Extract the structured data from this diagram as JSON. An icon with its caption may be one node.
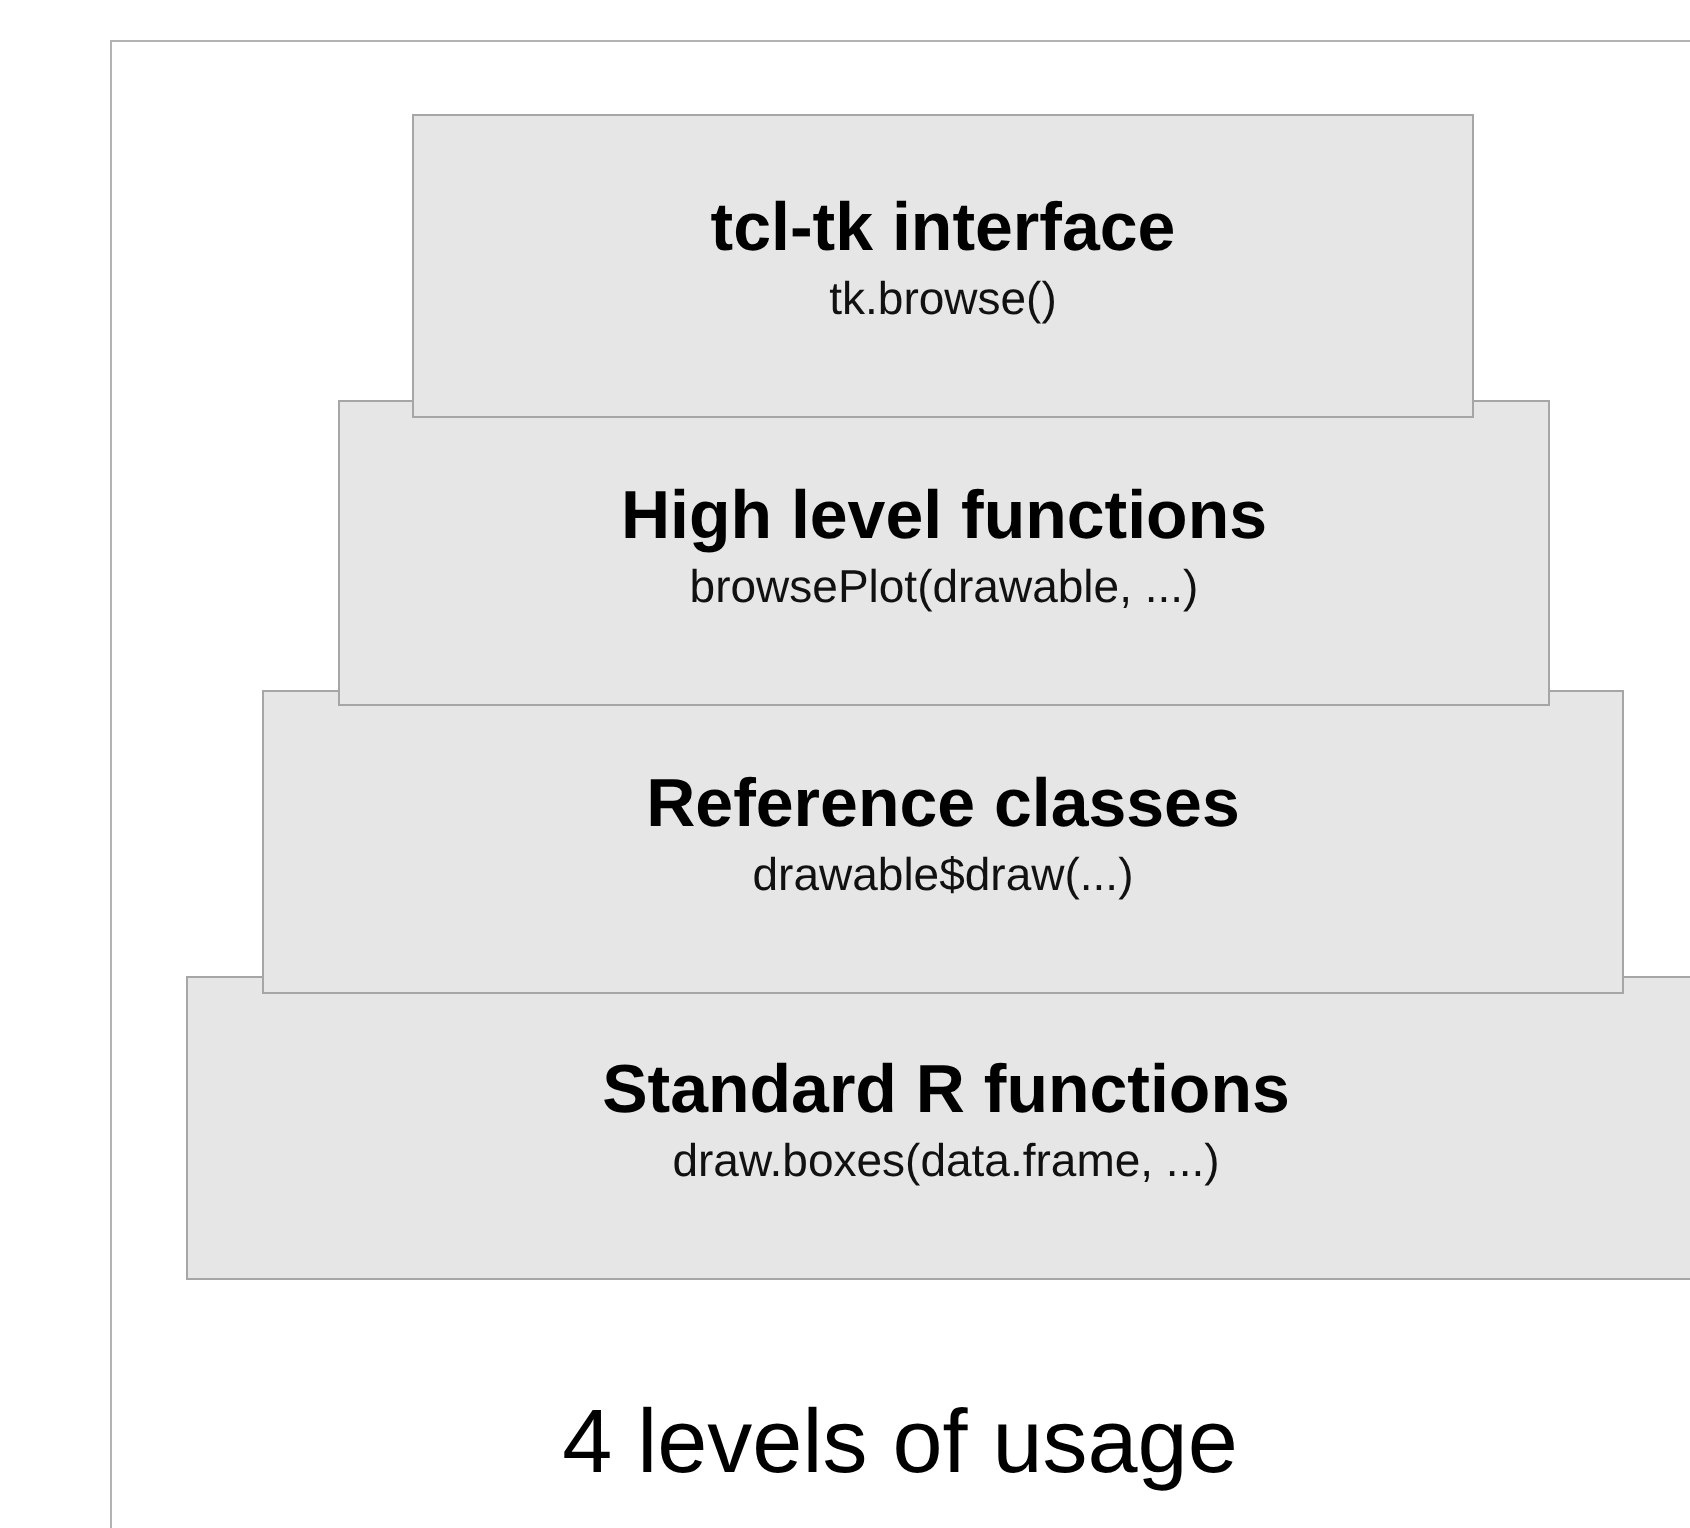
{
  "diagram": {
    "caption": "4 levels of usage",
    "nodes": [
      {
        "text": [
          "tcl-tk interface",
          "tk.browse()"
        ]
      },
      {
        "text": [
          "High level functions",
          "browsePlot(drawable, ...)"
        ]
      },
      {
        "text": [
          "Reference classes",
          "drawable$draw(...)"
        ]
      },
      {
        "text": [
          "Standard R functions",
          "draw.boxes(data.frame, ...)"
        ]
      }
    ]
  }
}
